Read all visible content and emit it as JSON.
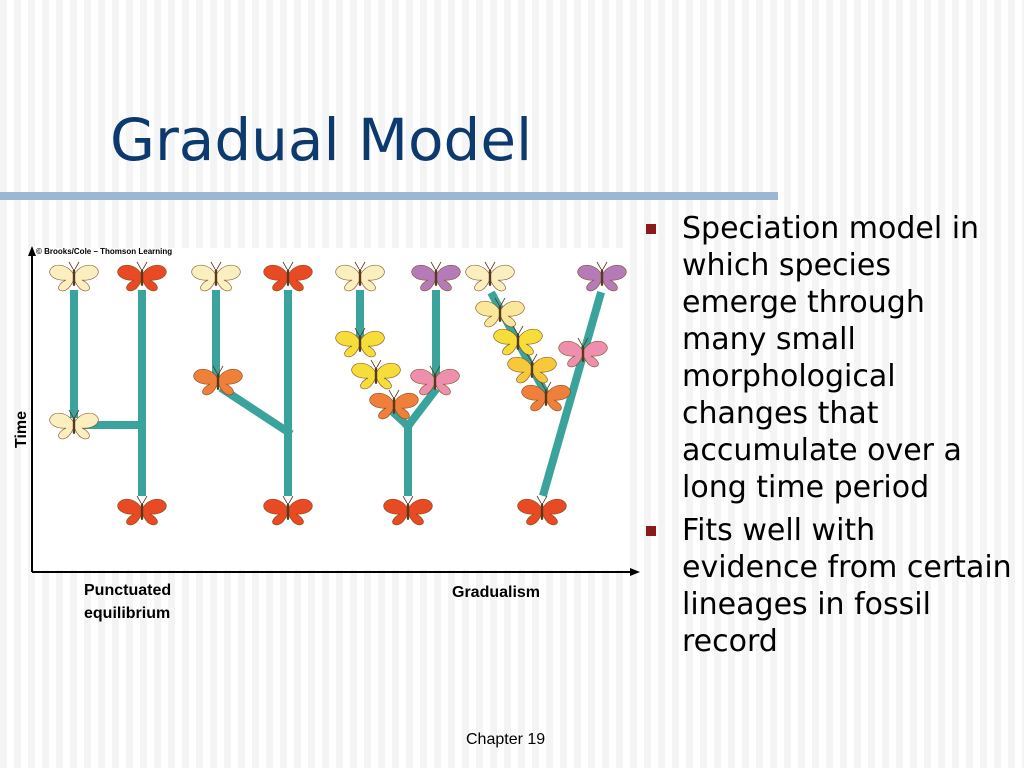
{
  "slide": {
    "title": "Gradual Model",
    "footer": "Chapter 19"
  },
  "bullets": [
    "Speciation model in which species emerge through many small morphological changes that accumulate over a long time period",
    "Fits well with evidence from certain lineages in fossil record"
  ],
  "figure": {
    "copyright": "© Brooks/Cole – Thomson Learning",
    "y_axis_label": "Time",
    "label_left_line1": "Punctuated",
    "label_left_line2": "equilibrium",
    "label_right": "Gradualism"
  },
  "colors": {
    "title": "#0d3a6e",
    "rule": "#9db7d3",
    "bullet": "#8b1a1a",
    "branch": "#3aa39b",
    "butterfly_cream": "#fbefc0",
    "butterfly_red": "#e84a24",
    "butterfly_purple": "#b57ab8",
    "butterfly_yellow": "#f6dd3a",
    "butterfly_orange": "#ef7f3a",
    "butterfly_pink": "#ee8fae"
  }
}
